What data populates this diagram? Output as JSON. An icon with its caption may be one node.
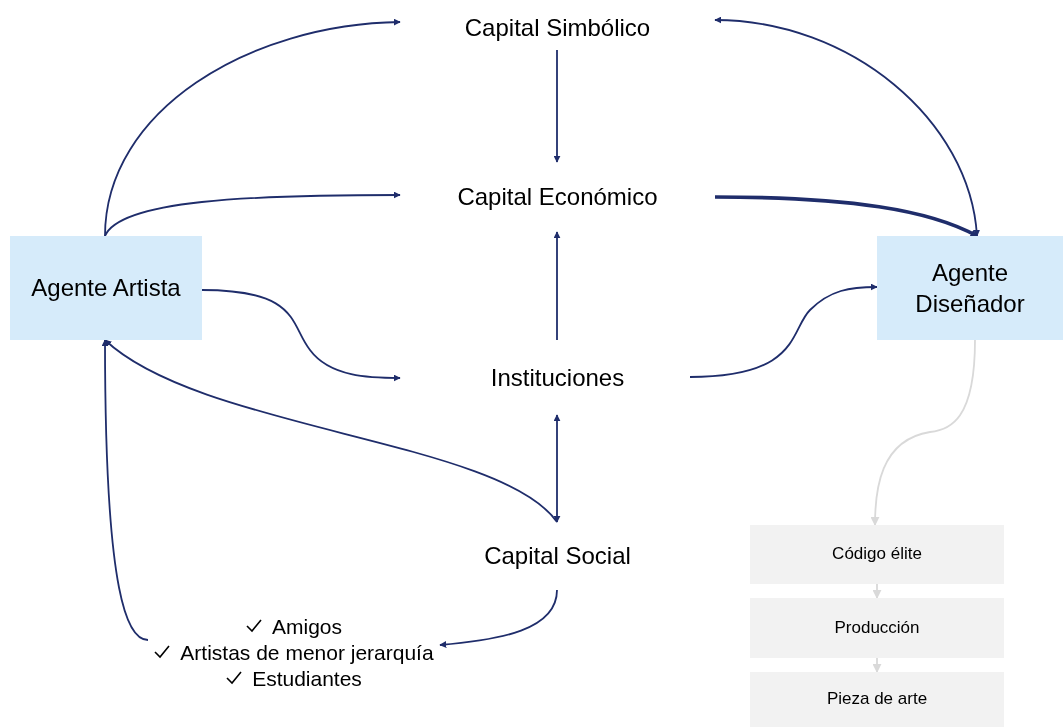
{
  "diagram": {
    "nodes": [
      {
        "text": [
          "Capital Simbólico"
        ]
      },
      {
        "text": [
          "Capital Económico"
        ]
      },
      {
        "text": [
          "Agente Artista"
        ]
      },
      {
        "text": [
          "Agente Diseñador"
        ]
      },
      {
        "text": [
          "Instituciones"
        ]
      },
      {
        "text": [
          "Capital Social"
        ]
      },
      {
        "text": [
          "Amigos",
          "Artistas de menor jerarquía",
          "Estudiantes"
        ]
      },
      {
        "text": [
          "Código élite"
        ]
      },
      {
        "text": [
          "Producción"
        ]
      },
      {
        "text": [
          "Pieza de arte"
        ]
      }
    ],
    "edges": [
      {
        "from": 2,
        "to": 0,
        "arrow": "to"
      },
      {
        "from": 2,
        "to": 1,
        "arrow": "to"
      },
      {
        "from": 2,
        "to": 4,
        "arrow": "to"
      },
      {
        "from": 0,
        "to": 1,
        "arrow": "to"
      },
      {
        "from": 1,
        "to": 3,
        "arrow": "to",
        "style": "thick"
      },
      {
        "from": 3,
        "to": 0,
        "arrow": "both"
      },
      {
        "from": 4,
        "to": 1,
        "arrow": "to"
      },
      {
        "from": 4,
        "to": 3,
        "arrow": "to"
      },
      {
        "from": 4,
        "to": 5,
        "arrow": "both"
      },
      {
        "from": 5,
        "to": 2,
        "arrow": "to"
      },
      {
        "from": 5,
        "to": 6,
        "arrow": "to"
      },
      {
        "from": 6,
        "to": 2,
        "arrow": "to"
      },
      {
        "from": 3,
        "to": 7,
        "arrow": "to",
        "color": "#d9d9d9"
      },
      {
        "from": 7,
        "to": 8,
        "arrow": "to",
        "color": "#d9d9d9"
      },
      {
        "from": 8,
        "to": 9,
        "arrow": "to",
        "color": "#d9d9d9"
      }
    ]
  }
}
